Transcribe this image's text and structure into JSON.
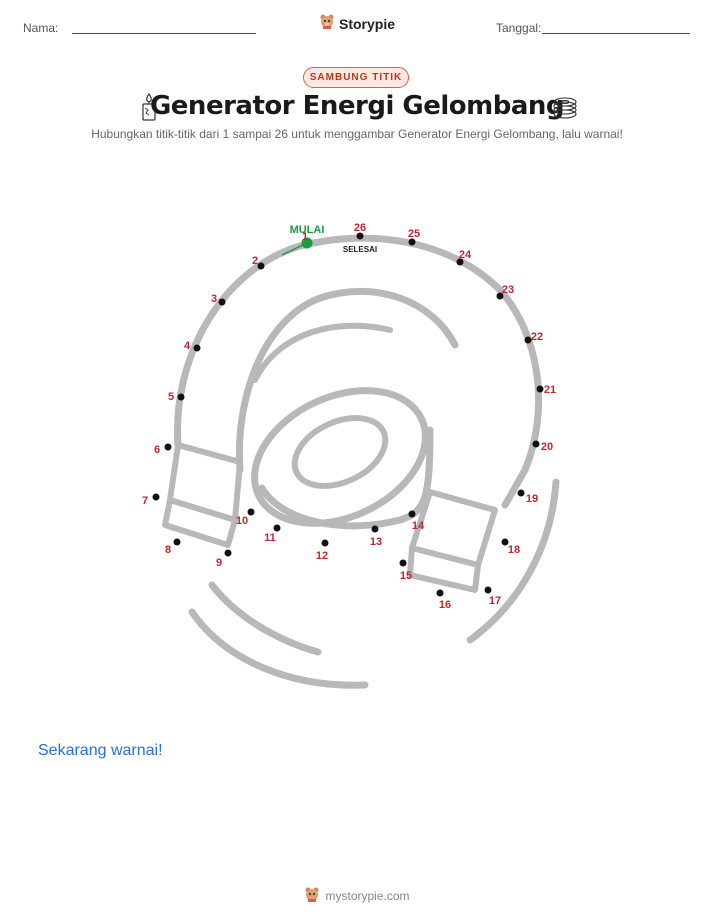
{
  "header": {
    "name_label": "Nama:",
    "date_label": "Tanggal:",
    "brand": "Storypie"
  },
  "badge": "SAMBUNG TITIK",
  "title": "Generator Energi Gelombang",
  "subtitle": "Hubungkan titik-titik dari 1 sampai 26 untuk menggambar Generator Energi Gelombang, lalu warnai!",
  "puzzle": {
    "start_label": "MULAI",
    "end_label": "SELESAI",
    "numbers": [
      "1",
      "2",
      "3",
      "4",
      "5",
      "6",
      "7",
      "8",
      "9",
      "10",
      "11",
      "12",
      "13",
      "14",
      "15",
      "16",
      "17",
      "18",
      "19",
      "20",
      "21",
      "22",
      "23",
      "24",
      "25",
      "26"
    ]
  },
  "color_prompt": "Sekarang warnai!",
  "footer": "mystorypie.com",
  "colors": {
    "number_red": "#c0282d",
    "start_green": "#1f9a3a",
    "outline_gray": "#b8b8ba",
    "badge_border": "#d9614a",
    "badge_fill": "#fde9e2",
    "prompt_blue": "#2a6fd6"
  },
  "icons": [
    "storypie-logo-icon",
    "candle-icon",
    "coil-icon"
  ]
}
